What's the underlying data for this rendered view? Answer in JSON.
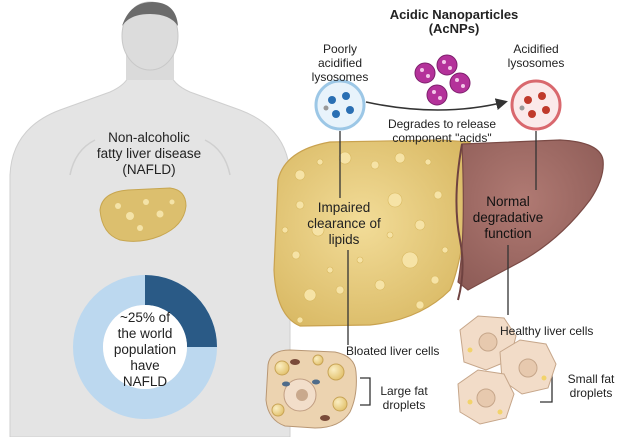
{
  "title_line1": "Acidic Nanoparticles",
  "title_line2": "(AcNPs)",
  "poorly_acidified": [
    "Poorly",
    "acidified",
    "lysosomes"
  ],
  "acidified": [
    "Acidified",
    "lysosomes"
  ],
  "degrades": [
    "Degrades to release",
    "component \"acids\""
  ],
  "nafld": [
    "Non-alcoholic",
    "fatty liver disease",
    "(NAFLD)"
  ],
  "impaired": [
    "Impaired",
    "clearance of",
    "lipids"
  ],
  "normal": [
    "Normal",
    "degradative",
    "function"
  ],
  "donut_text": [
    "~25% of",
    "the world",
    "population",
    "have",
    "NAFLD"
  ],
  "donut_percent": 25,
  "bloated": "Bloated liver cells",
  "healthy": "Healthy liver cells",
  "large_fat": [
    "Large fat",
    "droplets"
  ],
  "small_fat": [
    "Small fat",
    "droplets"
  ],
  "colors": {
    "donut_light": "#bcd8ef",
    "donut_dark": "#2a5a86",
    "fatty_liver": "#ecd48a",
    "healthy_liver": "#a9706a",
    "body_skin": "#e3e3e3",
    "nanoparticle": "#b4329a"
  }
}
